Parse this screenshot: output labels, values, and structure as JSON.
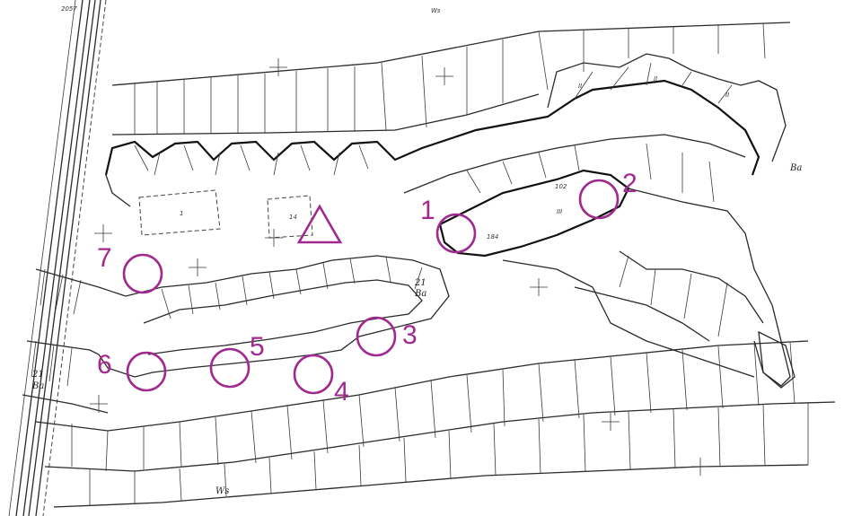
{
  "markers": [
    {
      "id": "1",
      "label": "1"
    },
    {
      "id": "2",
      "label": "2"
    },
    {
      "id": "3",
      "label": "3"
    },
    {
      "id": "4",
      "label": "4"
    },
    {
      "id": "5",
      "label": "5"
    },
    {
      "id": "6",
      "label": "6"
    },
    {
      "id": "7",
      "label": "7"
    }
  ],
  "map_text": {
    "top_ref": "2057",
    "left_ref_a": "Ba",
    "left_ref_b": "21",
    "center_ref_a": "21",
    "center_ref_b": "Ba",
    "right_ref": "Ba",
    "bottom_ref": "Ws",
    "top_ref_b": "Ws",
    "area_1": "1",
    "area_2": "14",
    "area_3": "II",
    "area_4": "II",
    "area_5": "II",
    "area_6": "III",
    "area_7": "102",
    "area_8": "184"
  },
  "colors": {
    "marker": "#a02a8e",
    "linework": "#2a2a2a",
    "paper": "#ffffff"
  }
}
